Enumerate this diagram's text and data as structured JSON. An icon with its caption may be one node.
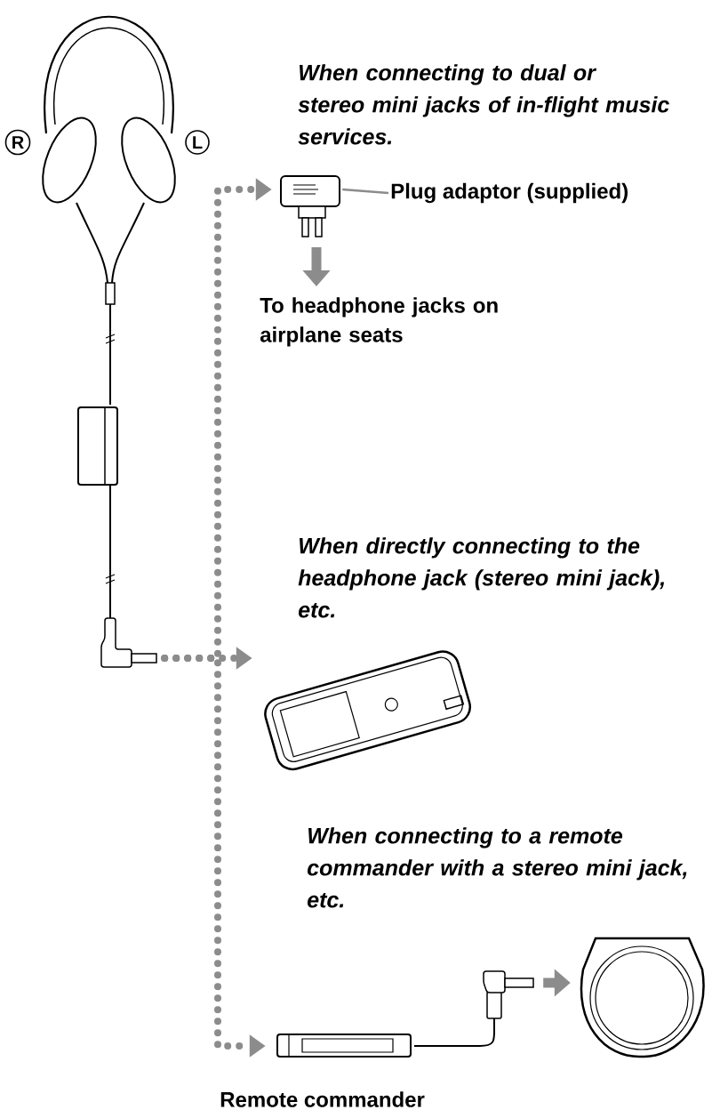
{
  "diagram": {
    "nodes": [
      {
        "text": [],
        "shape": "picture"
      },
      {
        "text": [
          "R"
        ]
      },
      {
        "text": [
          "L"
        ]
      },
      {
        "text": [],
        "shape": "picture"
      },
      {
        "text": [
          "Plug adaptor (supplied)"
        ]
      },
      {
        "text": [
          "To headphone jacks on airplane seats"
        ]
      },
      {
        "text": [],
        "shape": "picture"
      },
      {
        "text": [],
        "shape": "picture",
        "beside": [
          "Remote commander"
        ]
      },
      {
        "text": [],
        "shape": "picture"
      }
    ],
    "edges": [
      {
        "from": 0,
        "to": 3,
        "arrow": "to",
        "style": "dashed"
      },
      {
        "from": 0,
        "to": 6,
        "arrow": "to",
        "style": "dashed"
      },
      {
        "from": 0,
        "to": 7,
        "arrow": "to",
        "style": "dashed"
      },
      {
        "from": 3,
        "to": 5,
        "arrow": "to"
      },
      {
        "from": 4,
        "to": 3,
        "arrow": "none"
      },
      {
        "from": 7,
        "to": 8,
        "arrow": "to"
      }
    ],
    "labels": [
      "When connecting to dual or stereo mini jacks of in-flight music services.",
      "When directly connecting to the headphone jack (stereo mini jack), etc.",
      "When connecting to a remote commander with a stereo mini jack, etc."
    ]
  }
}
